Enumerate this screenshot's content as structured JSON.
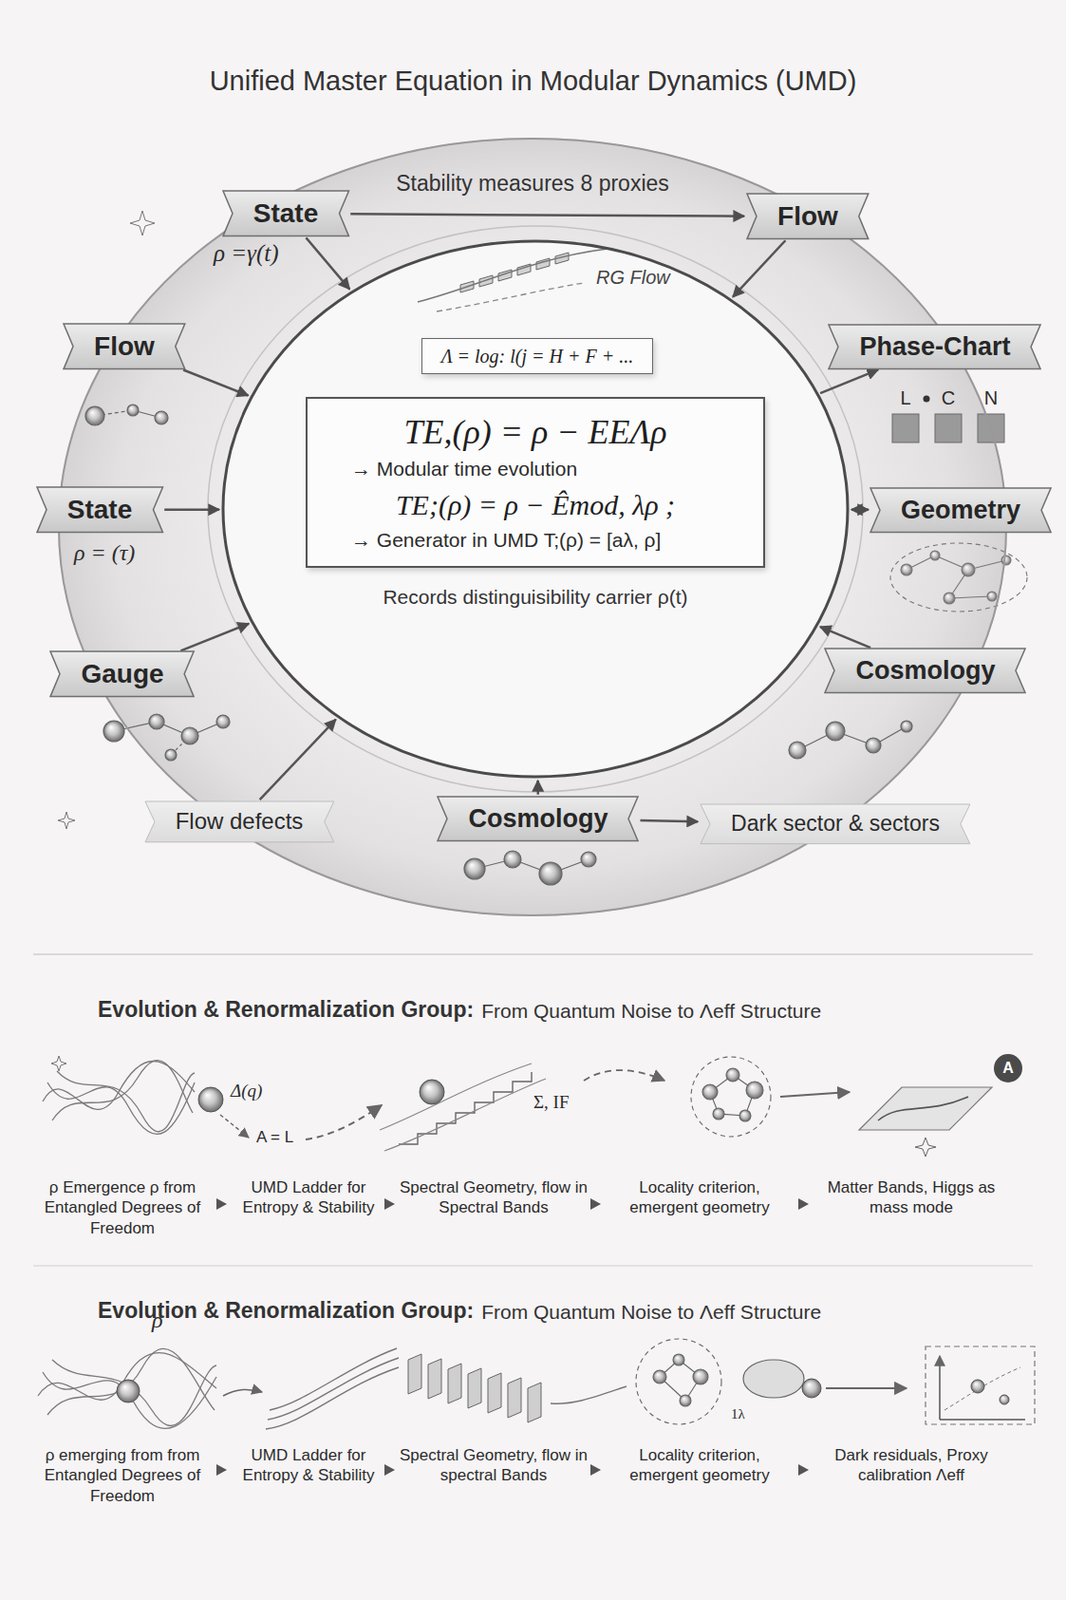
{
  "diagram": {
    "title": "Unified Master Equation in Modular Dynamics (UMD)",
    "nodes": [
      {
        "text": [
          "Stability measures 8 proxies"
        ]
      },
      {
        "text": [
          "State"
        ],
        "in": 0
      },
      {
        "text": [
          "Flow"
        ],
        "in": 0
      },
      {
        "text": [
          "Flow"
        ],
        "in": 0
      },
      {
        "text": [
          "Phase-Chart"
        ],
        "in": 0
      },
      {
        "text": [
          "Records distinguisibility carrier ρ(t)"
        ],
        "in": 0
      },
      {
        "text": [
          "Λ = log: l(j = H + F + ..."
        ],
        "in": 5
      },
      {
        "text": [
          "TE,(ρ) = ρ − EEΛρ",
          "→ Modular time evolution",
          "TE;(ρ) = ρ − Êmod, λρ ;",
          "→ Generator in UMD T;(ρ) = [aλ, ρ]"
        ],
        "in": 5
      },
      {
        "text": [
          "State"
        ],
        "in": 0
      },
      {
        "text": [
          "Geometry"
        ],
        "in": 0
      },
      {
        "text": [
          "Gauge"
        ],
        "in": 0
      },
      {
        "text": [
          "Cosmology"
        ],
        "in": 0
      },
      {
        "text": [
          "Flow defects"
        ],
        "in": 0
      },
      {
        "text": [
          "Cosmology"
        ],
        "in": 0
      },
      {
        "text": [
          "Dark sector & sectors"
        ],
        "in": 0
      }
    ],
    "edges": [
      {
        "from": 1,
        "to": 2,
        "arrow": "to"
      },
      {
        "from": 1,
        "to": 5,
        "arrow": "to"
      },
      {
        "from": 2,
        "to": 5,
        "arrow": "to"
      },
      {
        "from": 3,
        "to": 5,
        "arrow": "to"
      },
      {
        "from": 5,
        "to": 4,
        "arrow": "to"
      },
      {
        "from": 8,
        "to": 5,
        "arrow": "to"
      },
      {
        "from": 9,
        "to": 5,
        "arrow": "both"
      },
      {
        "from": 10,
        "to": 5,
        "arrow": "to"
      },
      {
        "from": 11,
        "to": 5,
        "arrow": "to"
      },
      {
        "from": 12,
        "to": 5,
        "arrow": "to"
      },
      {
        "from": 13,
        "to": 5,
        "arrow": "to"
      },
      {
        "from": 13,
        "to": 14,
        "arrow": "to"
      }
    ],
    "labels": [
      "ρ =γ(t)",
      "RG Flow",
      "L",
      "C",
      "N",
      "ρ = (τ)",
      "Evolution & Renormalization Group:",
      "From Quantum Noise to Λeff Structure",
      "Δ(q)",
      "A = L",
      "Σ, IF",
      "A",
      "ρ Emergence ρ from Entangled Degrees of Freedom",
      "UMD Ladder for Entropy & Stability",
      "Spectral Geometry, flow in Spectral Bands",
      "Locality criterion, emergent geometry",
      "Matter Bands, Higgs as mass mode",
      "Evolution & Renormalization Group:",
      "From Quantum Noise to Λeff Structure",
      "ρ",
      "1λ",
      "ρ emerging from from Entangled Degrees of Freedom",
      "UMD Ladder for Entropy & Stability",
      "Spectral Geometry, flow in spectral Bands",
      "Locality criterion, emergent geometry",
      "Dark residuals, Proxy calibration Λeff"
    ]
  }
}
